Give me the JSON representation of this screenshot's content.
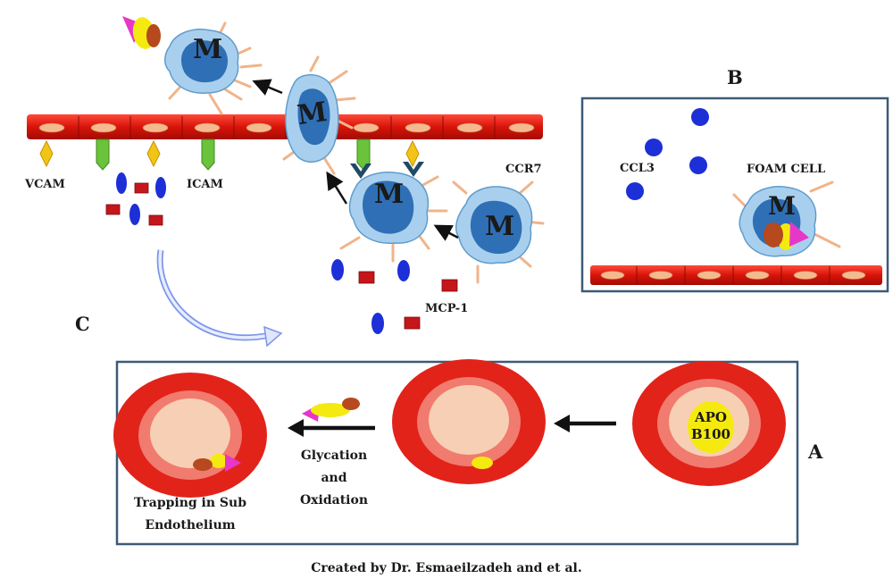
{
  "panel_letters": {
    "a": "A",
    "b": "B",
    "c": "C"
  },
  "labels": {
    "vcam": "VCAM",
    "icam": "ICAM",
    "ccr7": "CCR7",
    "mcp1": "MCP-1",
    "ccl3": "CCL3",
    "foam_cell": "FOAM CELL",
    "macrophage": "M",
    "apo_line1": "APO",
    "apo_line2": "B100",
    "glycation_line1": "Glycation",
    "glycation_line2": "and",
    "glycation_line3": "Oxidation",
    "trapping_line1": "Trapping in Sub",
    "trapping_line2": "Endothelium"
  },
  "credit": "Created by Dr. Esmaeilzadeh and et al.",
  "colors": {
    "endothelium": "#e01b12",
    "endothelium_nucleus": "#f6b98f",
    "macrophage_body": "#a8d0ee",
    "macrophage_nucleus": "#2f6fb5",
    "chemokine": "#1d2fd6",
    "mcp1": "#c5161b",
    "vcam": "#f2c417",
    "icam": "#6bc23b",
    "receptor": "#1f4a66",
    "ldl_yellow": "#f5ea10",
    "ldl_magenta": "#e637c9",
    "ldl_brown": "#b6491d",
    "panel_border": "#3d5a78"
  }
}
